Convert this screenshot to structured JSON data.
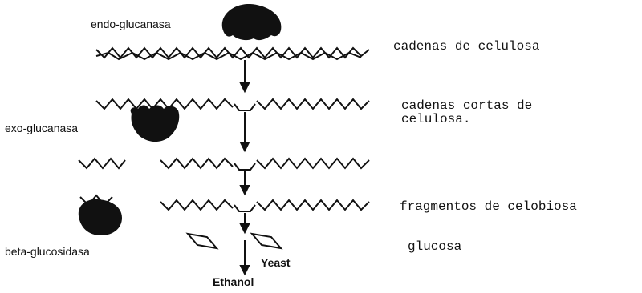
{
  "enzymes": {
    "endo": "endo-glucanasa",
    "exo": "exo-glucanasa",
    "beta": "beta-glucosidasa"
  },
  "descriptions": {
    "cellulose_chains": "cadenas de celulosa",
    "short_chains_line1": "cadenas cortas de",
    "short_chains_line2": "celulosa.",
    "cellobiose": "fragmentos de celobiosa",
    "glucose": "glucosa"
  },
  "process": {
    "yeast": "Yeast",
    "ethanol": "Ethanol"
  }
}
